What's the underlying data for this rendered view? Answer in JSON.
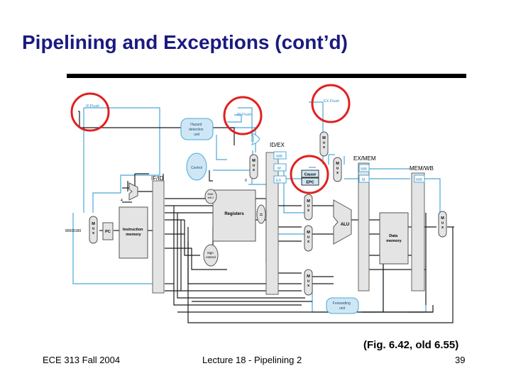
{
  "slide": {
    "title": "Pipelining and Exceptions (cont’d)",
    "figure_ref": "(Fig. 6.42, old 6.55)",
    "footer_left": "ECE 313 Fall 2004",
    "footer_center": "Lecture 18 - Pipelining 2",
    "page_number": "39"
  },
  "diagram": {
    "labels": {
      "if_flush": "IF.Flush",
      "id_flush": "ID.Flush",
      "ex_flush": "EX.Flush",
      "hazard": [
        "Hazard",
        "detection",
        "unit"
      ],
      "control": "Control",
      "ifid": "IF/ID",
      "idex": "ID/EX",
      "exmem": "EX/MEM",
      "memwb": "MEM/WB",
      "wb": "WB",
      "m": "M",
      "ex": "EX",
      "cause": "Cause",
      "epc": "EPC",
      "registers": "Registers",
      "alu": "ALU",
      "data_memory": [
        "Data",
        "memory"
      ],
      "instruction_memory": [
        "Instruction",
        "memory"
      ],
      "pc": "PC",
      "addr": "80000180",
      "shift": [
        "Shift",
        "left 2"
      ],
      "sign_extend": [
        "Sign",
        "extend"
      ],
      "forwarding": [
        "Forwarding",
        "unit"
      ],
      "mux": "Mux",
      "four": "4",
      "zero": "0",
      "eq": "="
    },
    "colors": {
      "wire": "#000000",
      "control_wire": "#4aa8d8",
      "unit_fill": "#cfe7f5",
      "highlight": "#e02020",
      "register": "#e4e4e4"
    }
  }
}
